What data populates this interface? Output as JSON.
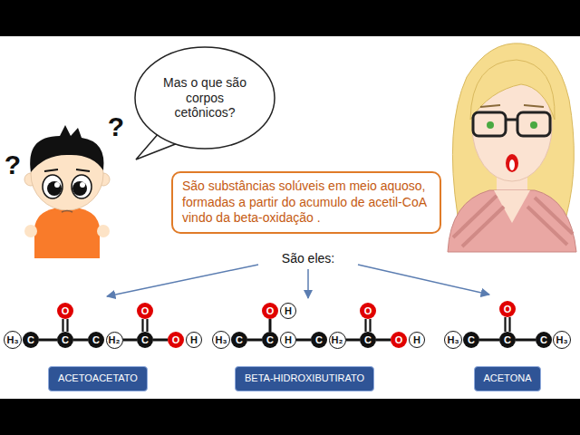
{
  "diagram": {
    "nodes": [
      {
        "text": [
          "Mas o que são corpos cetônicos?"
        ]
      },
      {
        "text": [
          "São substâncias solúveis em meio aquoso, formadas a partir do acumulo de acetil-CoA vindo da beta-oxidação ."
        ]
      },
      {
        "text": [
          "H₃"
        ]
      },
      {
        "text": [
          "C"
        ]
      },
      {
        "text": [
          "O"
        ]
      },
      {
        "text": [
          "C"
        ]
      },
      {
        "text": [
          "C"
        ]
      },
      {
        "text": [
          "H₂"
        ]
      },
      {
        "text": [
          "O"
        ]
      },
      {
        "text": [
          "C"
        ]
      },
      {
        "text": [
          "O"
        ]
      },
      {
        "text": [
          "H"
        ]
      },
      {
        "text": [
          "H₃"
        ]
      },
      {
        "text": [
          "C"
        ]
      },
      {
        "text": [
          "O"
        ]
      },
      {
        "text": [
          "H"
        ]
      },
      {
        "text": [
          "C"
        ]
      },
      {
        "text": [
          "H"
        ]
      },
      {
        "text": [
          "C"
        ]
      },
      {
        "text": [
          "H₂"
        ]
      },
      {
        "text": [
          "O"
        ]
      },
      {
        "text": [
          "C"
        ]
      },
      {
        "text": [
          "O"
        ]
      },
      {
        "text": [
          "H"
        ]
      },
      {
        "text": [
          "H₃"
        ]
      },
      {
        "text": [
          "C"
        ]
      },
      {
        "text": [
          "O"
        ]
      },
      {
        "text": [
          "C"
        ]
      },
      {
        "text": [
          "C"
        ]
      },
      {
        "text": [
          "H₃"
        ]
      },
      {
        "text": [
          "ACETOACETATO"
        ]
      },
      {
        "text": [
          "BETA-HIDROXIBUTIRATO"
        ]
      },
      {
        "text": [
          "ACETONA"
        ]
      }
    ],
    "edges": [
      {
        "from": 3,
        "to": 5,
        "arrow": "none"
      },
      {
        "from": 5,
        "to": 4,
        "arrow": "none"
      },
      {
        "from": 5,
        "to": 6,
        "arrow": "none"
      },
      {
        "from": 7,
        "to": 9,
        "arrow": "none"
      },
      {
        "from": 9,
        "to": 8,
        "arrow": "none"
      },
      {
        "from": 9,
        "to": 10,
        "arrow": "none"
      },
      {
        "from": 13,
        "to": 16,
        "arrow": "none"
      },
      {
        "from": 16,
        "to": 14,
        "arrow": "none"
      },
      {
        "from": 17,
        "to": 18,
        "arrow": "none"
      },
      {
        "from": 19,
        "to": 21,
        "arrow": "none"
      },
      {
        "from": 21,
        "to": 20,
        "arrow": "none"
      },
      {
        "from": 21,
        "to": 22,
        "arrow": "none"
      },
      {
        "from": 25,
        "to": 27,
        "arrow": "none"
      },
      {
        "from": 27,
        "to": 26,
        "arrow": "none"
      },
      {
        "from": 27,
        "to": 28,
        "arrow": "none"
      }
    ],
    "labels": [
      "?",
      "?",
      "São eles:"
    ]
  }
}
